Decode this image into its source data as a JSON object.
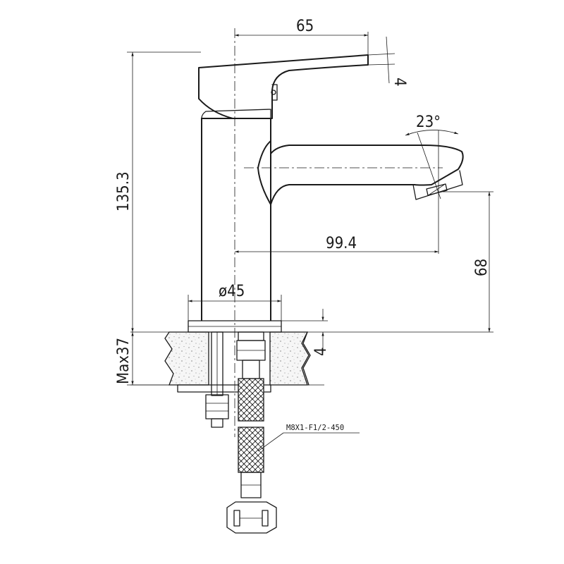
{
  "dimensions": {
    "handle_reach": "65",
    "handle_tilt": "4",
    "total_height": "135.3",
    "spout_angle": "23°",
    "spout_reach": "99.4",
    "spout_height": "68",
    "base_diameter": "ø45",
    "base_thickness": "4",
    "max_countertop": "Max37"
  },
  "annotations": {
    "hose_spec": "M8X1-F1/2-450"
  },
  "colors": {
    "line": "#1a1a1a",
    "background": "#ffffff"
  }
}
